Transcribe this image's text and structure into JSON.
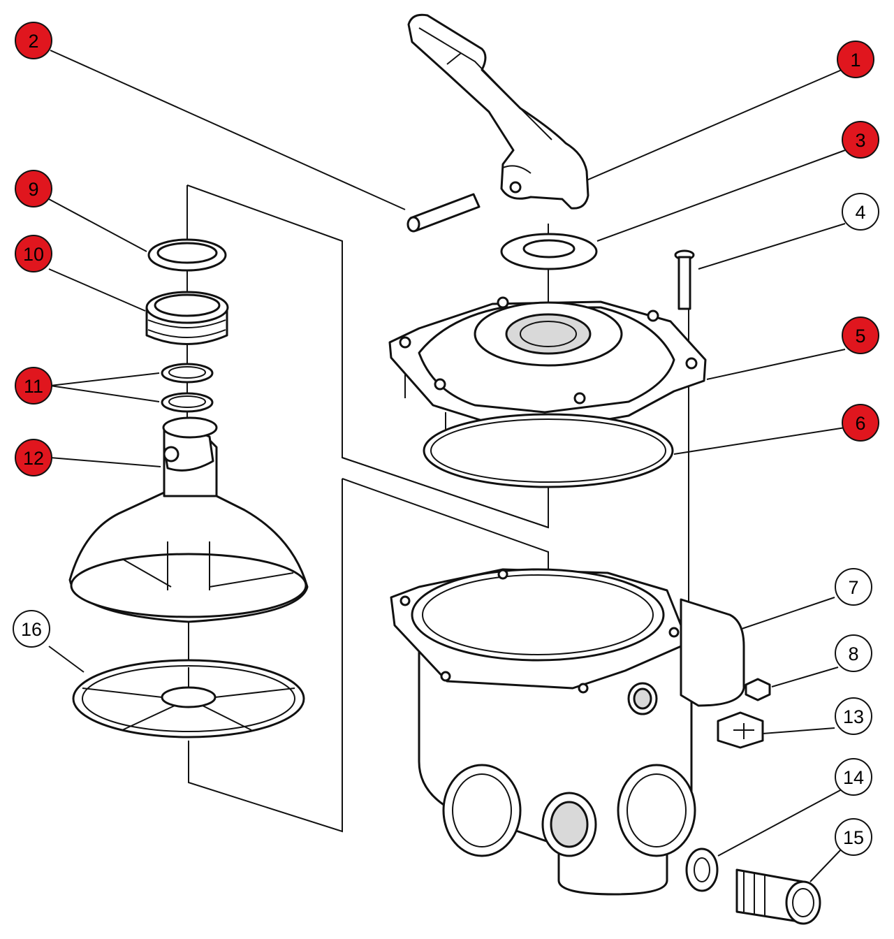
{
  "colors": {
    "highlight_fill": "#e0161e",
    "normal_fill": "#ffffff",
    "line": "#111111",
    "highlight_text": "#111111"
  },
  "callouts": [
    {
      "id": "1",
      "text": "1",
      "highlighted": true
    },
    {
      "id": "2",
      "text": "2",
      "highlighted": true
    },
    {
      "id": "3",
      "text": "3",
      "highlighted": true
    },
    {
      "id": "4",
      "text": "4",
      "highlighted": false
    },
    {
      "id": "5",
      "text": "5",
      "highlighted": true
    },
    {
      "id": "6",
      "text": "6",
      "highlighted": true
    },
    {
      "id": "7",
      "text": "7",
      "highlighted": false
    },
    {
      "id": "8",
      "text": "8",
      "highlighted": false
    },
    {
      "id": "9",
      "text": "9",
      "highlighted": true
    },
    {
      "id": "10",
      "text": "10",
      "highlighted": true
    },
    {
      "id": "11",
      "text": "11",
      "highlighted": true
    },
    {
      "id": "12",
      "text": "12",
      "highlighted": true
    },
    {
      "id": "13",
      "text": "13",
      "highlighted": false
    },
    {
      "id": "14",
      "text": "14",
      "highlighted": false
    },
    {
      "id": "15",
      "text": "15",
      "highlighted": false
    },
    {
      "id": "16",
      "text": "16",
      "highlighted": false
    }
  ]
}
